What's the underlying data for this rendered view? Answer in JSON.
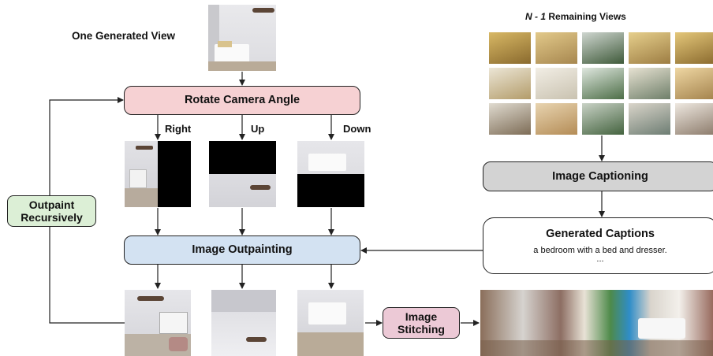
{
  "source": {
    "label": "One Generated View"
  },
  "remaining": {
    "prefix": "N - 1",
    "suffix": " Remaining Views"
  },
  "steps": {
    "rotate": "Rotate Camera Angle",
    "outpaint": "Image Outpainting",
    "captioning": "Image Captioning",
    "recursive": "Outpaint\nRecursively",
    "stitching": "Image\nStitching"
  },
  "directions": [
    "Right",
    "Up",
    "Down"
  ],
  "captions": {
    "title": "Generated Captions",
    "text": "a bedroom with a bed and dresser.",
    "ellipsis": "..."
  },
  "colors": {
    "rotate": "#f6d1d3",
    "outpaint": "#d3e2f2",
    "captioning": "#d3d3d3",
    "recursive": "#dcefd6",
    "stitching": "#ecc9d6",
    "masked": "#000000"
  }
}
